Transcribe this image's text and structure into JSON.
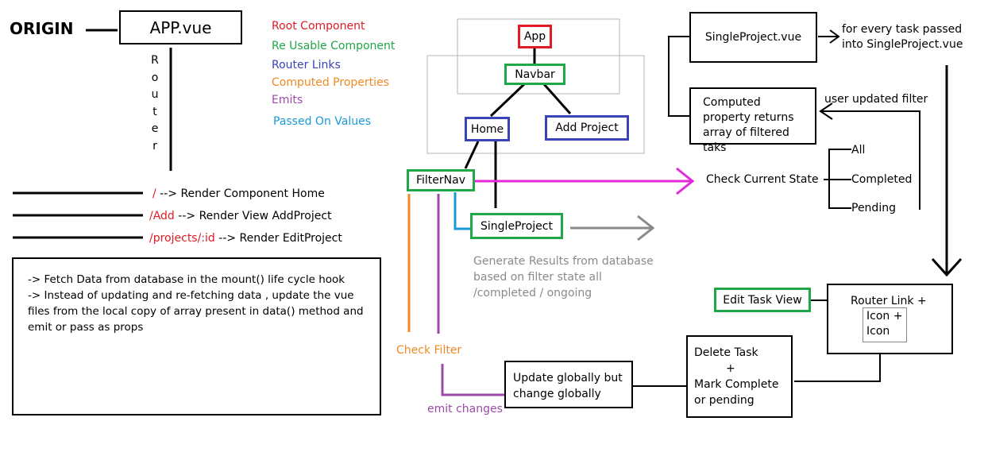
{
  "origin": {
    "label": "ORIGIN",
    "app_box": "APP.vue",
    "router_vertical": "Router"
  },
  "legend": [
    {
      "label": "Root Component",
      "color": "#e01b24"
    },
    {
      "label": "Re Usable Component",
      "color": "#1fa74a"
    },
    {
      "label": "Router Links",
      "color": "#3a43b8"
    },
    {
      "label": "Computed Properties",
      "color": "#f08a24"
    },
    {
      "label": "Emits",
      "color": "#9b4aa8"
    },
    {
      "label": "Passed On Values",
      "color": "#1a9ad6"
    }
  ],
  "routes": [
    {
      "path": "/",
      "text": " --> Render Component Home"
    },
    {
      "path": "/Add",
      "text": " --> Render View AddProject"
    },
    {
      "path": "/projects/:id",
      "text": " --> Render EditProject"
    }
  ],
  "notes": {
    "line1": "-> Fetch Data from database in the mount() life cycle hook",
    "line2": "-> Instead of updating and re-fetching data , update the vue files from the local copy of array present in data() method and emit or pass as props"
  },
  "tree": {
    "app": "App",
    "navbar": "Navbar",
    "home": "Home",
    "add_project": "Add Project",
    "filternav": "FilterNav",
    "single_project": "SingleProject"
  },
  "labels": {
    "check_current_state": "Check Current State",
    "state_all": "All",
    "state_completed": "Completed",
    "state_pending": "Pending",
    "generate_results": "Generate Results from database based on filter state all /completed / ongoing",
    "check_filter": "Check Filter",
    "emit_changes": "emit changes",
    "user_updated_filter": "user updated filter",
    "for_every_task": "for every task passed into SingleProject.vue"
  },
  "boxes": {
    "single_project_vue": "SingleProject.vue",
    "computed_property": "Computed property returns array of filtered taks",
    "edit_task_view": "Edit Task View",
    "router_link": "Router Link +",
    "icon_box": "Icon + Icon",
    "update_globally": "Update globally but change globally",
    "delete_task_line1": "Delete Task",
    "delete_task_plus": "+",
    "delete_task_line2": "Mark Complete or pending"
  },
  "colors": {
    "pink": "#e32ad6",
    "orange": "#f08a24",
    "purple": "#9b4aa8",
    "cyan": "#1a9ad6",
    "gray": "#8a8a8a",
    "route_red": "#e01b24"
  }
}
